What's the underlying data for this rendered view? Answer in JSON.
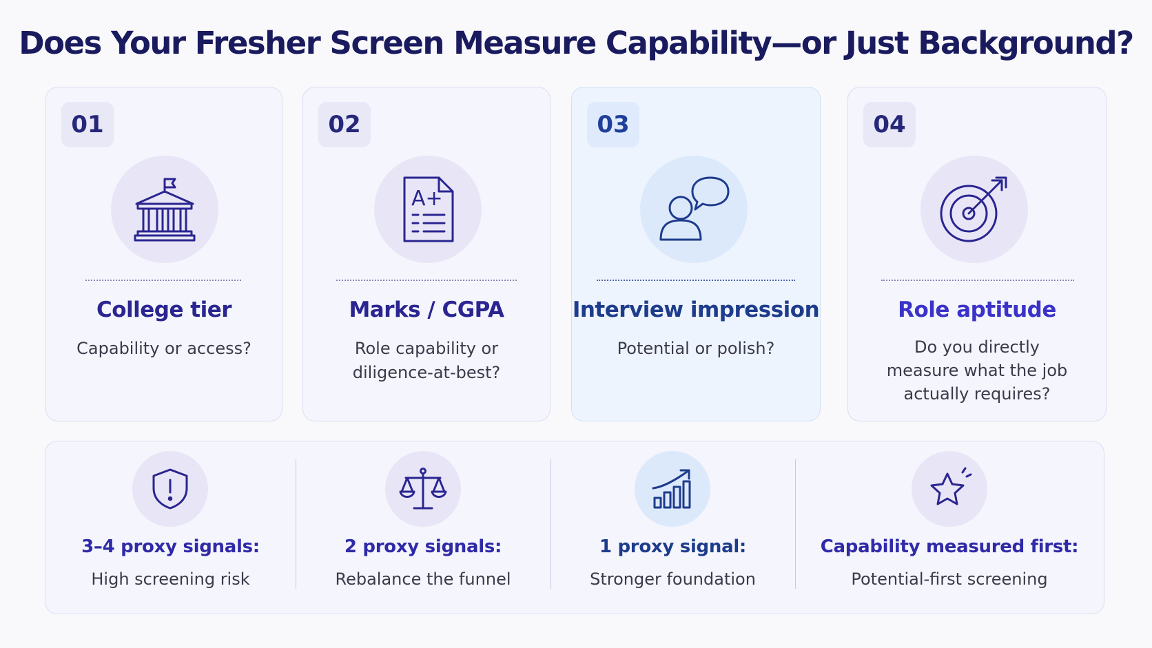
{
  "title": "Does Your Fresher Screen Measure Capability—or Just Background?",
  "colors": {
    "navy": "#1a1a5e",
    "purple_accent": "#2a2590",
    "blue_accent": "#1e3c8c",
    "card_bg": "#f5f5fd",
    "card_blue_bg": "#eef4fe"
  },
  "cards": [
    {
      "number": "01",
      "icon": "university-building-icon",
      "title": "College tier",
      "description": "Capability or access?"
    },
    {
      "number": "02",
      "icon": "graded-document-icon",
      "title": "Marks / CGPA",
      "description": "Role capability or diligence-at-best?"
    },
    {
      "number": "03",
      "icon": "person-speech-bubble-icon",
      "title": "Interview impression",
      "description": "Potential or polish?"
    },
    {
      "number": "04",
      "icon": "target-arrow-icon",
      "title": "Role aptitude",
      "description": "Do you directly measure what the job actually requires?"
    }
  ],
  "scale": [
    {
      "icon": "shield-alert-icon",
      "label": "3–4 proxy signals:",
      "description": "High screening risk"
    },
    {
      "icon": "balance-scale-icon",
      "label": "2 proxy signals:",
      "description": "Rebalance the funnel"
    },
    {
      "icon": "growth-chart-icon",
      "label": "1 proxy signal:",
      "description": "Stronger foundation"
    },
    {
      "icon": "star-icon",
      "label": "Capability measured first:",
      "description": "Potential-first screening"
    }
  ]
}
